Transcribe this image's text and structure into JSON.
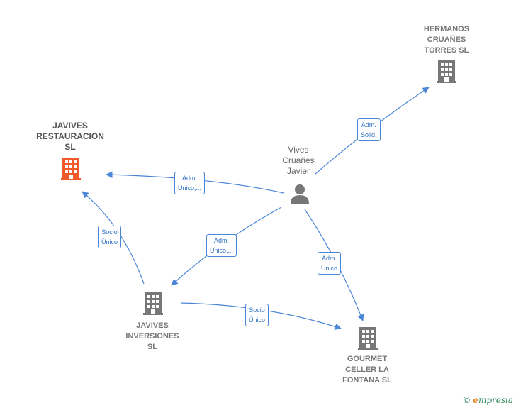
{
  "nodes": {
    "hermanos": {
      "lines": [
        "HERMANOS",
        "CRUAÑES",
        "TORRES  SL"
      ],
      "color": "#777777"
    },
    "javives_rest": {
      "lines": [
        "JAVIVES",
        "RESTAURACION",
        "SL"
      ],
      "color": "#f05a28"
    },
    "vives": {
      "lines": [
        "Vives",
        "Cruañes",
        "Javier"
      ],
      "color": "#777777"
    },
    "javives_inv": {
      "lines": [
        "JAVIVES",
        "INVERSIONES",
        "SL"
      ],
      "color": "#777777"
    },
    "gourmet": {
      "lines": [
        "GOURMET",
        "CELLER LA",
        "FONTANA  SL"
      ],
      "color": "#777777"
    }
  },
  "edges": {
    "vives_hermanos": [
      "Adm.",
      "Solid."
    ],
    "vives_rest": [
      "Adm.",
      "Unico,..."
    ],
    "vives_inv": [
      "Adm.",
      "Unico,..."
    ],
    "vives_gourmet": [
      "Adm.",
      "Unico"
    ],
    "inv_rest": [
      "Socio",
      "Único"
    ],
    "inv_gourmet": [
      "Socio",
      "Único"
    ]
  },
  "footer": {
    "copyright": "©",
    "brand_e": "e",
    "brand_rest": "mpresia"
  },
  "colors": {
    "edge": "#4a86d6",
    "building": "#777777",
    "building_highlight": "#f05a28",
    "person": "#777777"
  }
}
